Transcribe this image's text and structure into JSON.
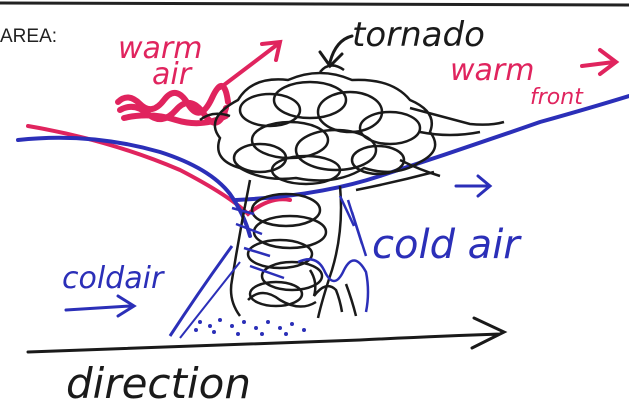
{
  "header_label": "AREA:",
  "labels": {
    "tornado": "tornado",
    "warm_air": [
      "warm",
      "air"
    ],
    "warm_front": [
      "warm",
      "front"
    ],
    "cold_air_right": "cold air",
    "cold_air_left": "coldair",
    "direction": "direction"
  },
  "colors": {
    "ink_black": "#1a1a1a",
    "ink_red": "#e0245e",
    "ink_blue": "#2b2fb8",
    "paper": "#ffffff"
  }
}
